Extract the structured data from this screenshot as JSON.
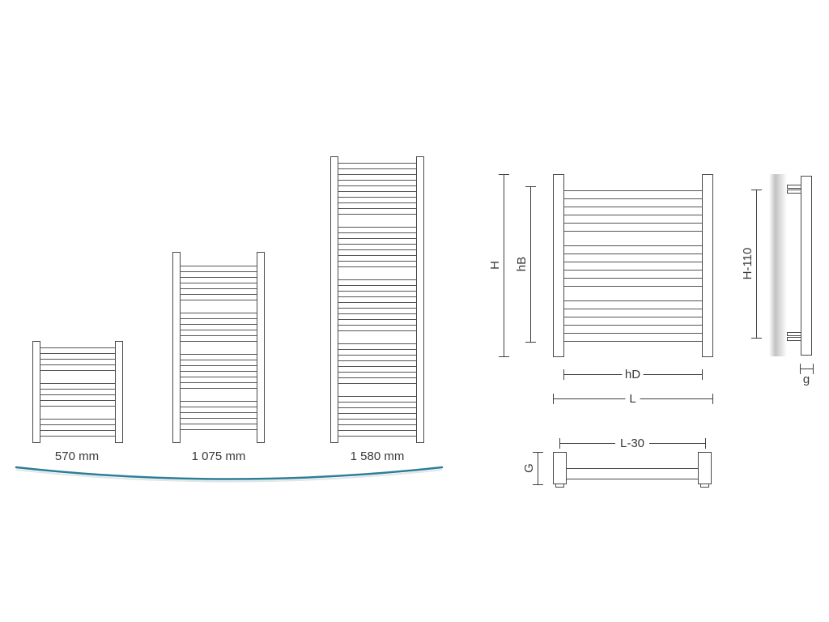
{
  "colors": {
    "line": "#555555",
    "rail": "#4a4a4a",
    "dim": "#3f3f3f",
    "text": "#3a3a3a",
    "accent": "#2e7d96",
    "shadow": "#c9d6da",
    "shade_mid": "#c2c2c2"
  },
  "size_chart": {
    "variants": [
      {
        "id": "570",
        "label": "570 mm"
      },
      {
        "id": "1075",
        "label": "1 075 mm"
      },
      {
        "id": "1580",
        "label": "1 580 mm"
      }
    ]
  },
  "dimension_labels": {
    "overall_height": "H",
    "heated_height": "hB",
    "tube_span": "hD",
    "overall_width": "L",
    "bracket_height": "H-110",
    "rail_depth": "g",
    "bracket_span": "L-30",
    "end_depth": "G"
  }
}
